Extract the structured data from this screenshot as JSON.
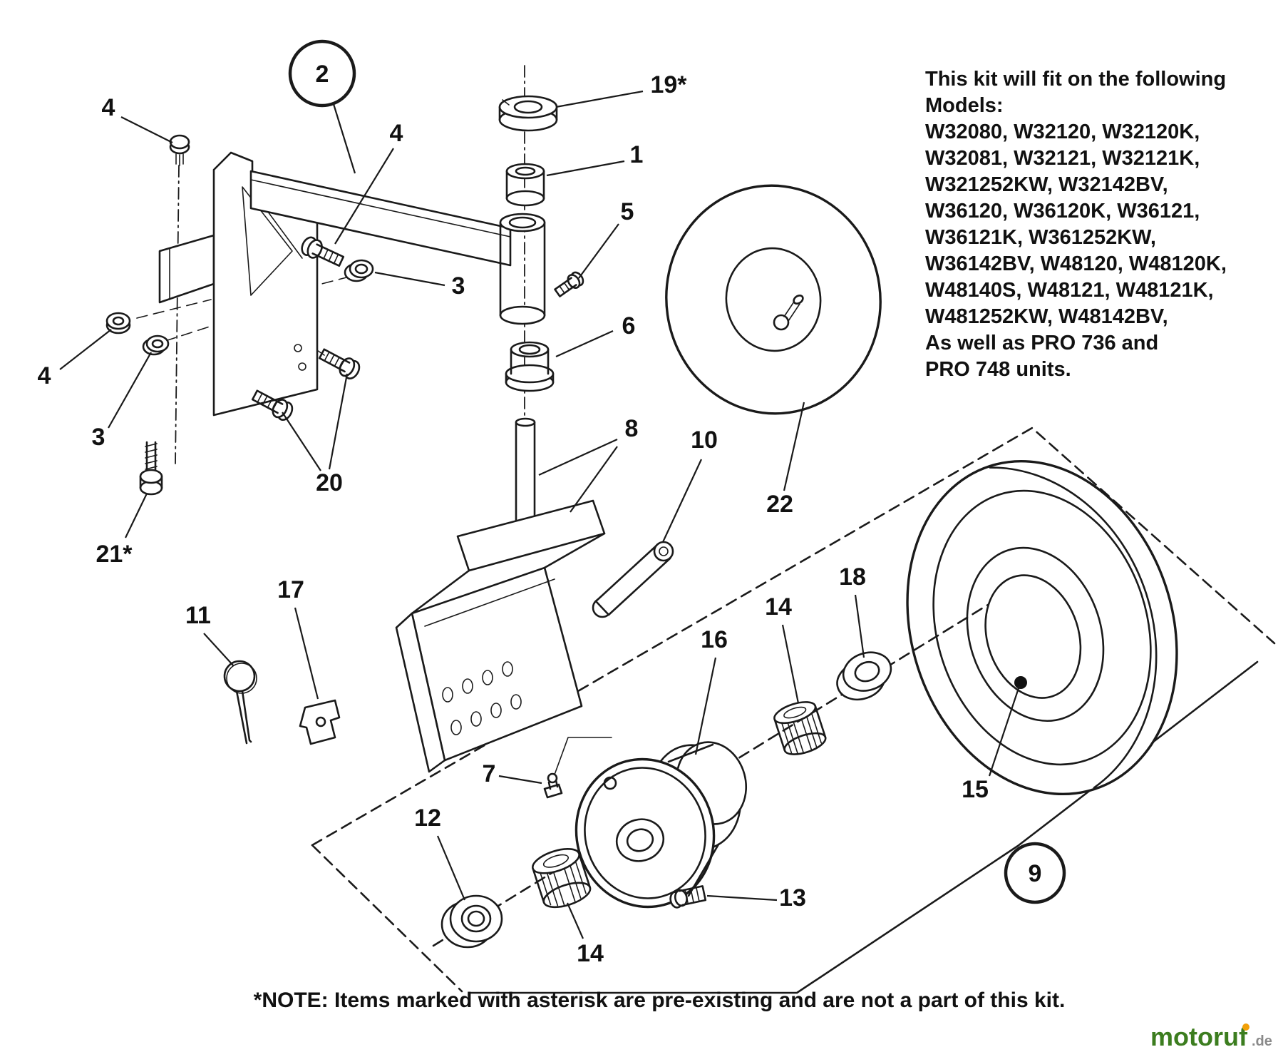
{
  "diagram": {
    "callouts": [
      {
        "label": "2"
      },
      {
        "label": "19*"
      },
      {
        "label": "4"
      },
      {
        "label": "4"
      },
      {
        "label": "1"
      },
      {
        "label": "5"
      },
      {
        "label": "3"
      },
      {
        "label": "6"
      },
      {
        "label": "4"
      },
      {
        "label": "3"
      },
      {
        "label": "20"
      },
      {
        "label": "8"
      },
      {
        "label": "10"
      },
      {
        "label": "22"
      },
      {
        "label": "21*"
      },
      {
        "label": "11"
      },
      {
        "label": "17"
      },
      {
        "label": "18"
      },
      {
        "label": "14"
      },
      {
        "label": "16"
      },
      {
        "label": "7"
      },
      {
        "label": "12"
      },
      {
        "label": "13"
      },
      {
        "label": "14"
      },
      {
        "label": "15"
      },
      {
        "label": "9"
      }
    ]
  },
  "models_note": {
    "lines": [
      "This kit will fit on the following",
      "Models:",
      "W32080, W32120, W32120K,",
      "W32081, W32121, W32121K,",
      "W321252KW, W32142BV,",
      "W36120, W36120K, W36121,",
      "W36121K, W361252KW,",
      "W36142BV, W48120, W48120K,",
      "W48140S, W48121, W48121K,",
      "W481252KW, W48142BV,",
      "As well as PRO 736 and",
      "PRO 748 units."
    ]
  },
  "footnote": "*NOTE: Items marked with asterisk are pre-existing and are not a part of this kit.",
  "watermark": {
    "name": "motoruf",
    "tld": ".de"
  }
}
